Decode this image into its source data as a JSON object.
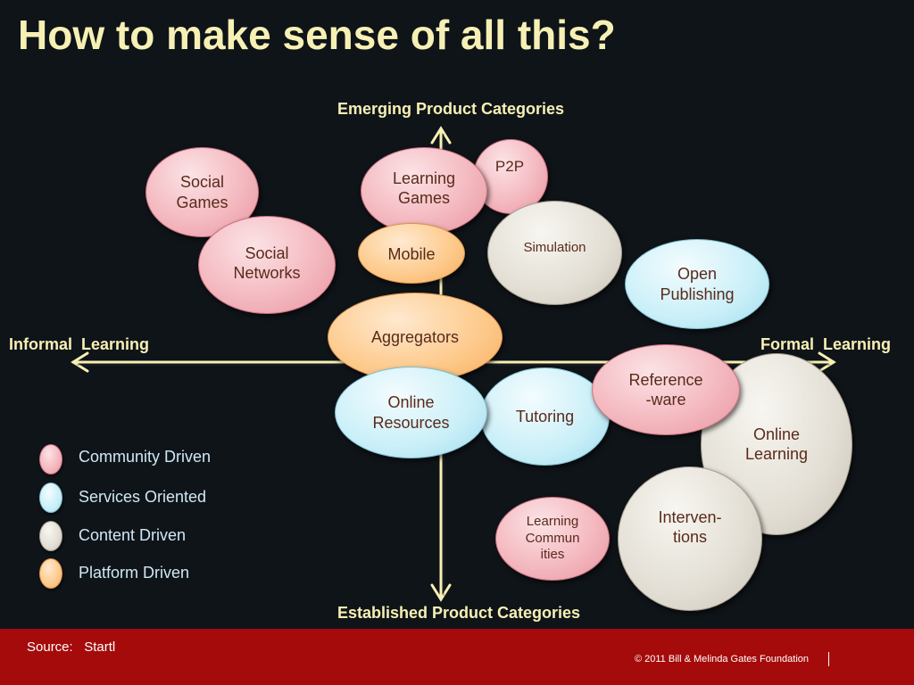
{
  "title": "How to make sense of all this?",
  "axes": {
    "top": "Emerging Product Categories",
    "bottom": "Established Product Categories",
    "left": "Informal  Learning",
    "right": "Formal  Learning"
  },
  "bubbles": {
    "social_games": "Social\nGames",
    "learning_games": "Learning\nGames",
    "p2p": "P2P",
    "social_networks": "Social\nNetworks",
    "mobile": "Mobile",
    "simulation": "Simulation",
    "open_publishing": "Open\nPublishing",
    "aggregators": "Aggregators",
    "online_learning": "Online\nLearning",
    "online_resources": "Online\nResources",
    "tutoring": "Tutoring",
    "referenceware": "Reference\n-ware",
    "learning_communities": "Learning\nCommun\nities",
    "interventions": "Interven-\ntions"
  },
  "legend": [
    {
      "label": "Community Driven",
      "color": "#f4b9c0"
    },
    {
      "label": "Services Oriented",
      "color": "#c9eff8"
    },
    {
      "label": "Content Driven",
      "color": "#e2ded4"
    },
    {
      "label": "Platform Driven",
      "color": "#fdc98a"
    }
  ],
  "footer": {
    "source": "Source:   Startl",
    "copyright": "© 2011 Bill & Melinda Gates Foundation"
  },
  "colors": {
    "background": "#0f1419",
    "title": "#f7f0b4",
    "footer_bar": "#a50b0b"
  }
}
